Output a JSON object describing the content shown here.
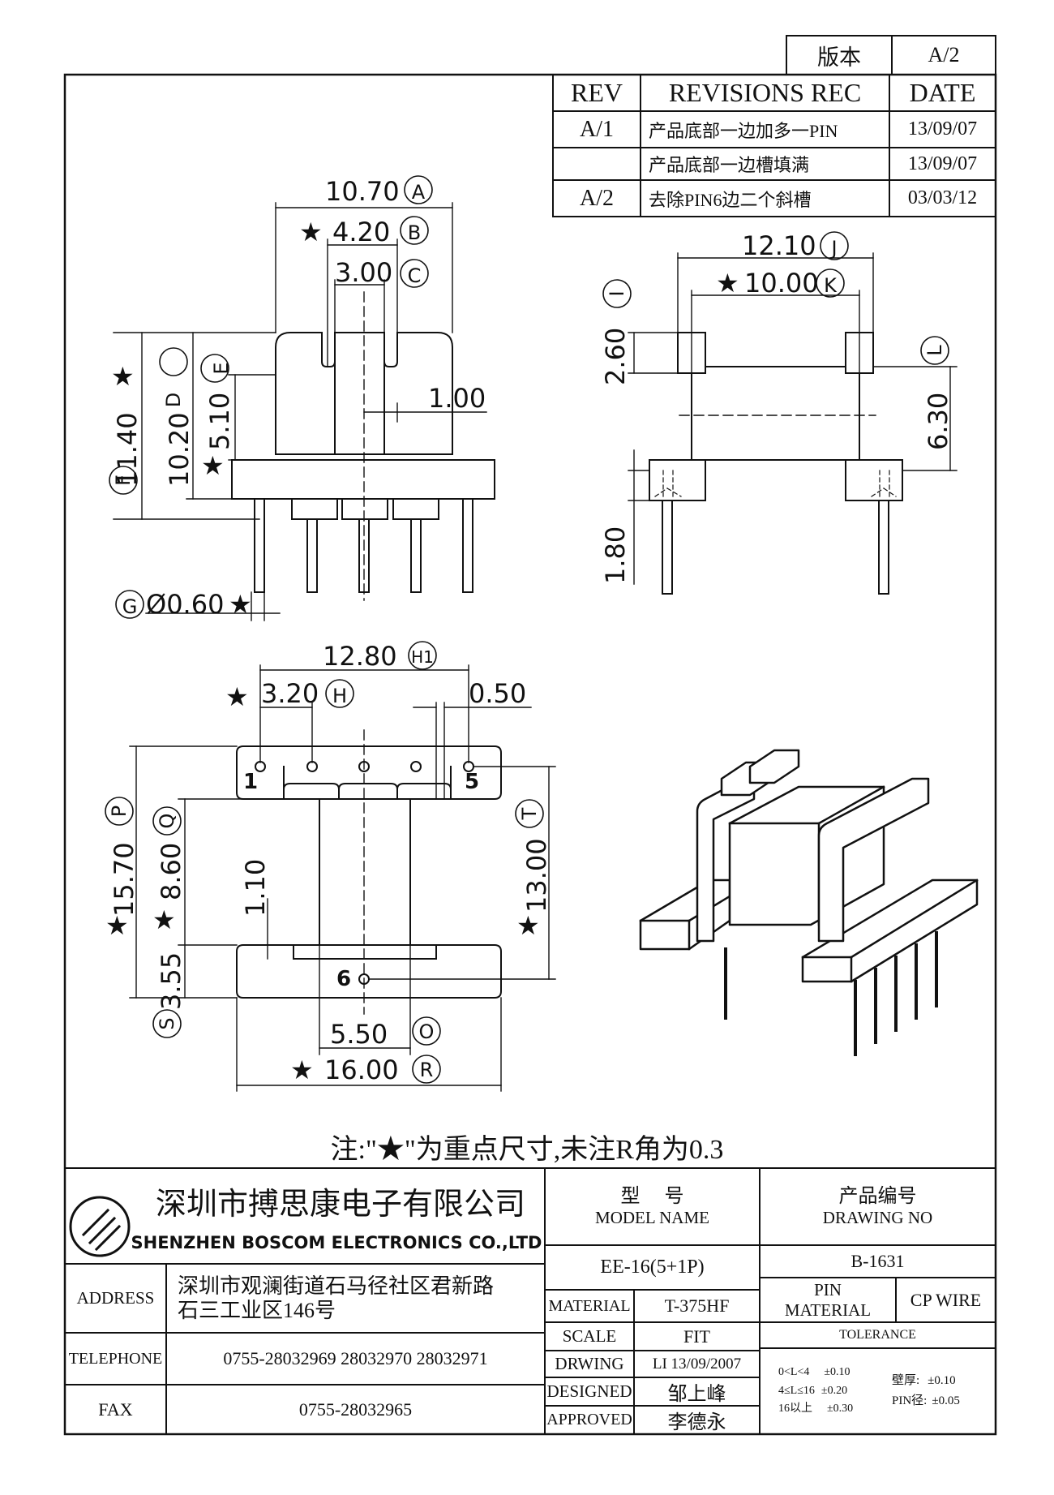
{
  "version_box": {
    "label": "版本",
    "value": "A/2"
  },
  "revisions": {
    "headers": {
      "rev": "REV",
      "rec": "REVISIONS REC",
      "date": "DATE"
    },
    "rows": [
      {
        "rev": "A/1",
        "rec": "产品底部一边加多一PIN",
        "date": "13/09/07"
      },
      {
        "rev": "",
        "rec": "产品底部一边槽填满",
        "date": "13/09/07"
      },
      {
        "rev": "A/2",
        "rec": "去除PIN6边二个斜槽",
        "date": "03/03/12"
      }
    ]
  },
  "dimensions": {
    "A": {
      "value": "10.70",
      "tag": "A"
    },
    "B": {
      "value": "4.20",
      "tag": "B"
    },
    "C": {
      "value": "3.00",
      "tag": "C"
    },
    "D": {
      "value": "11.40",
      "tag": "D"
    },
    "E": {
      "value": "5.10",
      "tag": "E"
    },
    "F": {
      "value": "",
      "tag": "F"
    },
    "side_10_20": "10.20",
    "side_1_00": "1.00",
    "G": {
      "value": "Ø0.60",
      "tag": "G"
    },
    "J": {
      "value": "12.10",
      "tag": "J"
    },
    "K": {
      "value": "10.00",
      "tag": "K"
    },
    "I": {
      "value": "2.60",
      "tag": "I"
    },
    "L": {
      "value": "6.30",
      "tag": "L"
    },
    "pin_1_80": "1.80",
    "H1": {
      "value": "12.80",
      "tag": "H1"
    },
    "H": {
      "value": "3.20",
      "tag": "H"
    },
    "bottom_0_50": "0.50",
    "P": {
      "value": "15.70",
      "tag": "P"
    },
    "Q": {
      "value": "8.60",
      "tag": "Q"
    },
    "T": {
      "value": "13.00",
      "tag": "T"
    },
    "S": {
      "value": "3.55",
      "tag": "S"
    },
    "bottom_1_10": "1.10",
    "O": {
      "value": "5.50",
      "tag": "O"
    },
    "R": {
      "value": "16.00",
      "tag": "R"
    },
    "star": "★"
  },
  "pin_labels": {
    "p1": "1",
    "p5": "5",
    "p6": "6"
  },
  "note": "注:\"★\"为重点尺寸,未注R角为0.3",
  "company": {
    "name_cn": "深圳市搏思康电子有限公司",
    "name_en": "SHENZHEN BOSCOM ELECTRONICS CO.,LTD",
    "address_label": "ADDRESS",
    "address_line1": "深圳市观澜街道石马径社区君新路",
    "address_line2": "石三工业区146号",
    "telephone_label": "TELEPHONE",
    "telephone": "0755-28032969 28032970 28032971",
    "fax_label": "FAX",
    "fax": "0755-28032965"
  },
  "model": {
    "label_cn": "型     号",
    "label_en": "MODEL NAME",
    "value": "EE-16(5+1P)"
  },
  "drawing": {
    "label_cn": "产品编号",
    "label_en": "DRAWING NO",
    "value": "B-1631"
  },
  "specs": {
    "material_label": "MATERIAL",
    "material": "T-375HF",
    "scale_label": "SCALE",
    "scale": "FIT",
    "drwing_label": "DRWING",
    "drwing": "LI 13/09/2007",
    "designed_label": "DESIGNED",
    "designed": "邹上峰",
    "approved_label": "APPROVED",
    "approved": "李德永"
  },
  "pin_material": {
    "label_line1": "PIN",
    "label_line2": "MATERIAL",
    "value": "CP WIRE"
  },
  "tolerance": {
    "label": "TOLERANCE",
    "rows": [
      {
        "range": "0<L<4",
        "tol": "±0.10"
      },
      {
        "range": "4≤L≤16",
        "tol": "±0.20"
      },
      {
        "range": "16以上",
        "tol": "±0.30"
      }
    ],
    "wall_label": "壁厚:",
    "wall": "±0.10",
    "pin_label": "PIN径:",
    "pin": "±0.05"
  }
}
